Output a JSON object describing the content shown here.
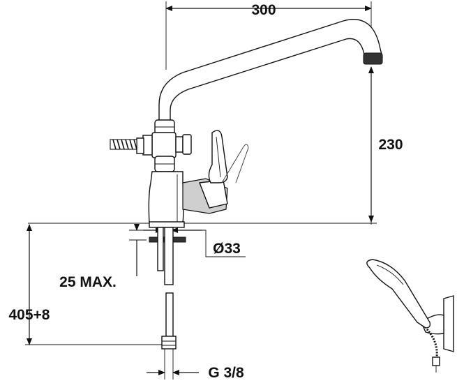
{
  "dimensions": {
    "spout_reach": "300",
    "spout_height": "230",
    "hole_diameter": "Ø33",
    "deck_thickness": "25 MAX.",
    "supply_length": "405+8",
    "thread": "G 3/8"
  },
  "icons": {
    "main": "mixer-tap-technical-drawing",
    "hand_shower": "hand-shower-on-bracket-icon"
  }
}
